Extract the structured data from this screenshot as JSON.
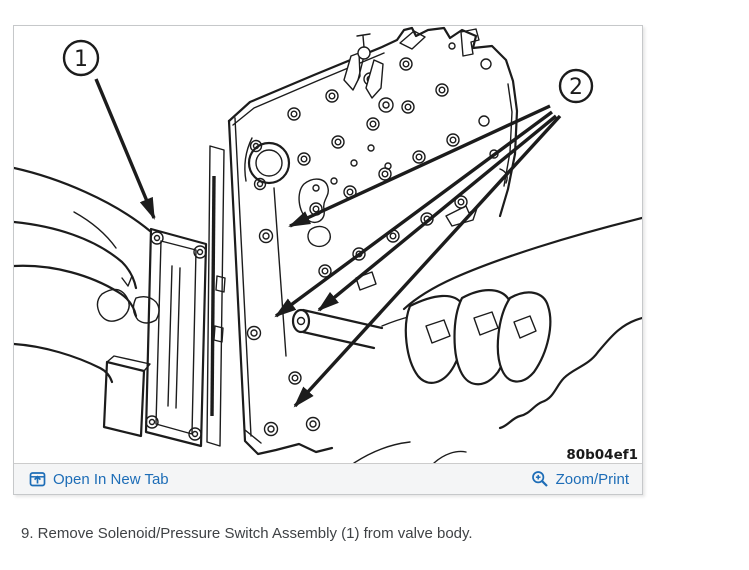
{
  "figure_viewer": {
    "figure_code": "80b04ef1",
    "callouts": [
      {
        "label": "1"
      },
      {
        "label": "2"
      }
    ],
    "actions": {
      "open_in_new_tab": "Open In New Tab",
      "zoom_print": "Zoom/Print"
    },
    "icons": {
      "open_in_new_tab": "window-arrow-up-icon",
      "zoom_print": "magnifier-plus-icon"
    },
    "colors": {
      "link": "#1d6db7",
      "line_art": "#1c1c1c",
      "action_bar_bg": "#f4f5f6",
      "panel_border": "#c6c8ca",
      "instruction_text": "#3f4245"
    }
  },
  "instruction": {
    "text": "9. Remove Solenoid/Pressure Switch Assembly (1) from valve body."
  }
}
